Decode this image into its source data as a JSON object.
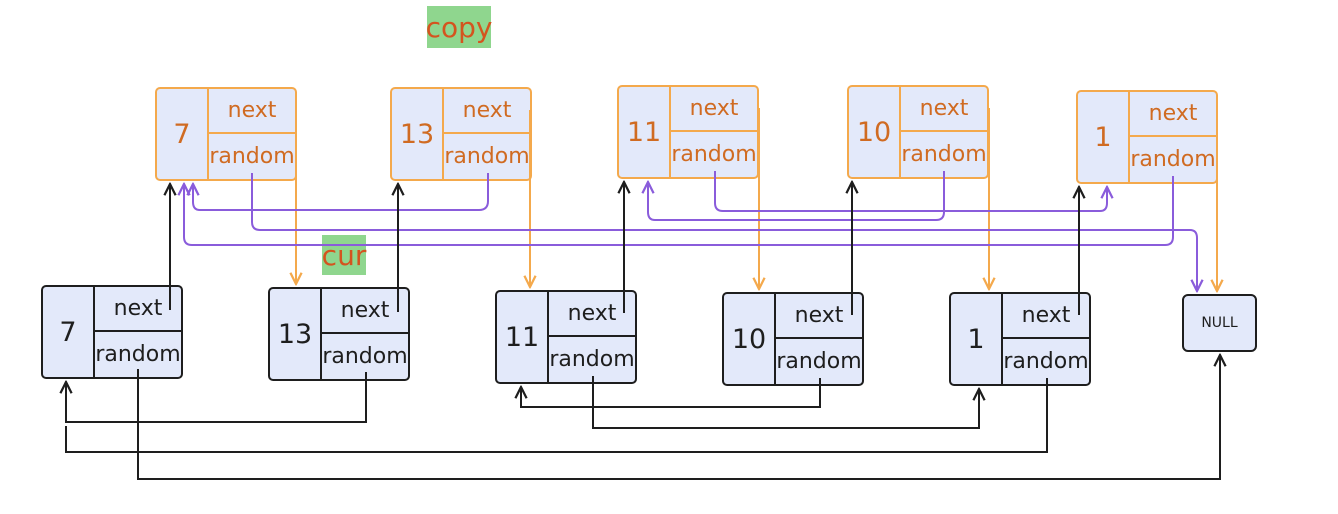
{
  "labels": {
    "copy": "copy",
    "cur": "cur"
  },
  "copy_nodes": [
    {
      "value": "7",
      "next": "next",
      "random": "random"
    },
    {
      "value": "13",
      "next": "next",
      "random": "random"
    },
    {
      "value": "11",
      "next": "next",
      "random": "random"
    },
    {
      "value": "10",
      "next": "next",
      "random": "random"
    },
    {
      "value": "1",
      "next": "next",
      "random": "random"
    }
  ],
  "original_nodes": [
    {
      "value": "7",
      "next": "next",
      "random": "random"
    },
    {
      "value": "13",
      "next": "next",
      "random": "random"
    },
    {
      "value": "11",
      "next": "next",
      "random": "random"
    },
    {
      "value": "10",
      "next": "next",
      "random": "random"
    },
    {
      "value": "1",
      "next": "next",
      "random": "random"
    }
  ],
  "null_node": {
    "label": "NULL"
  },
  "colors": {
    "original_edge": "#1e1e1e",
    "copy_next_edge": "#f4a94c",
    "copy_random_edge": "#8a5cdb",
    "copy_text": "#d06b22",
    "node_fill": "#e3e9fa",
    "tag_fill": "#8fd68e"
  }
}
